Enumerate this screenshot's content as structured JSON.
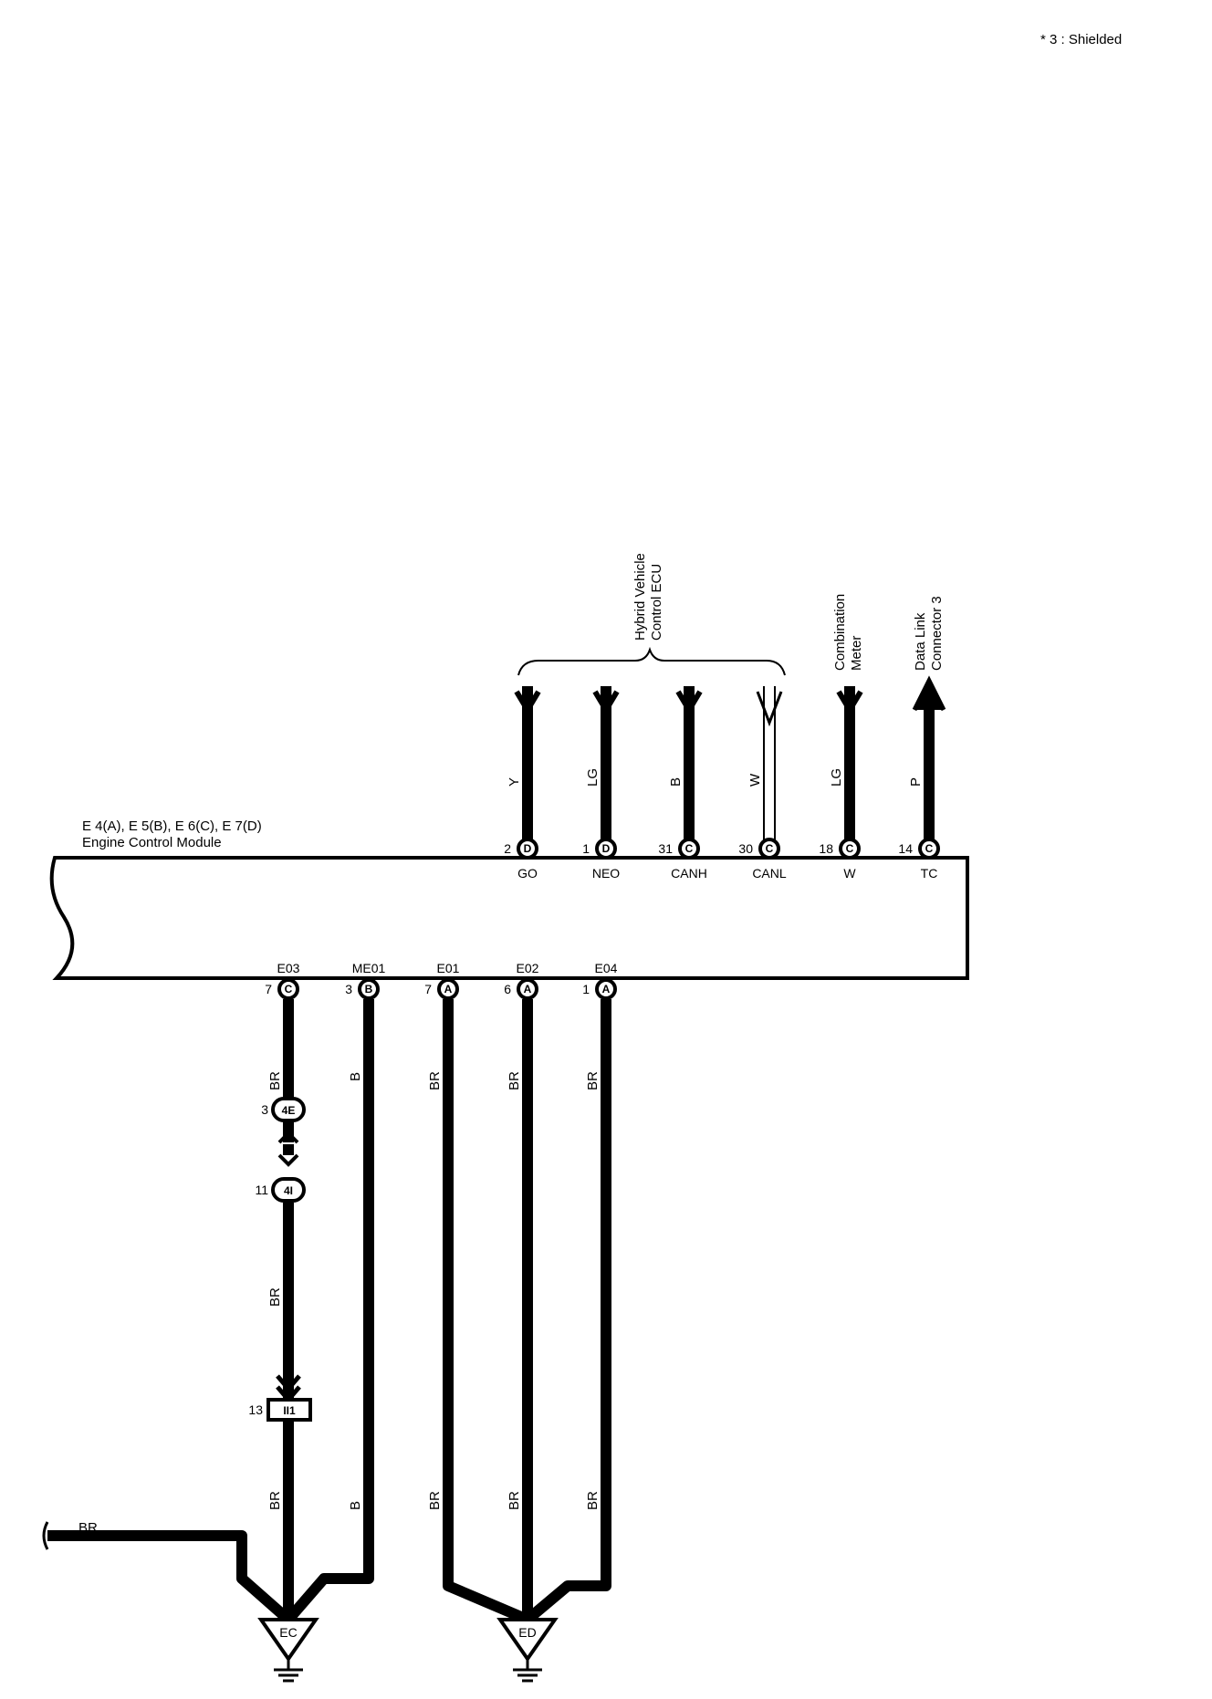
{
  "note": "* 3 : Shielded",
  "module": {
    "title_line1": "E 4(A), E 5(B), E 6(C), E 7(D)",
    "title_line2": "Engine Control Module"
  },
  "destinations": {
    "hv_line1": "Hybrid Vehicle",
    "hv_line2": "Control ECU",
    "cm_line1": "Combination",
    "cm_line2": "Meter",
    "dlc_line1": "Data Link",
    "dlc_line2": "Connector 3"
  },
  "top_terminals": [
    {
      "pin": "2",
      "connector": "D",
      "signal": "GO",
      "wire_color": "Y"
    },
    {
      "pin": "1",
      "connector": "D",
      "signal": "NEO",
      "wire_color": "LG"
    },
    {
      "pin": "31",
      "connector": "C",
      "signal": "CANH",
      "wire_color": "B"
    },
    {
      "pin": "30",
      "connector": "C",
      "signal": "CANL",
      "wire_color": "W"
    },
    {
      "pin": "18",
      "connector": "C",
      "signal": "W",
      "wire_color": "LG"
    },
    {
      "pin": "14",
      "connector": "C",
      "signal": "TC",
      "wire_color": "P"
    }
  ],
  "bottom_terminals": [
    {
      "pin": "7",
      "connector": "C",
      "signal": "E03",
      "wire_color": "BR"
    },
    {
      "pin": "3",
      "connector": "B",
      "signal": "ME01",
      "wire_color": "B"
    },
    {
      "pin": "7",
      "connector": "A",
      "signal": "E01",
      "wire_color": "BR"
    },
    {
      "pin": "6",
      "connector": "A",
      "signal": "E02",
      "wire_color": "BR"
    },
    {
      "pin": "1",
      "connector": "A",
      "signal": "E04",
      "wire_color": "BR"
    }
  ],
  "junctions": {
    "j1_pin": "3",
    "j1_label": "4E",
    "j2_pin": "11",
    "j2_label": "4I",
    "j3_pin": "13",
    "j3_label": "II1"
  },
  "lower_wire_colors": [
    "BR",
    "B",
    "BR",
    "BR",
    "BR"
  ],
  "mid_wire_color": "BR",
  "incoming_wire_color": "BR",
  "grounds": {
    "g1": "EC",
    "g2": "ED"
  }
}
